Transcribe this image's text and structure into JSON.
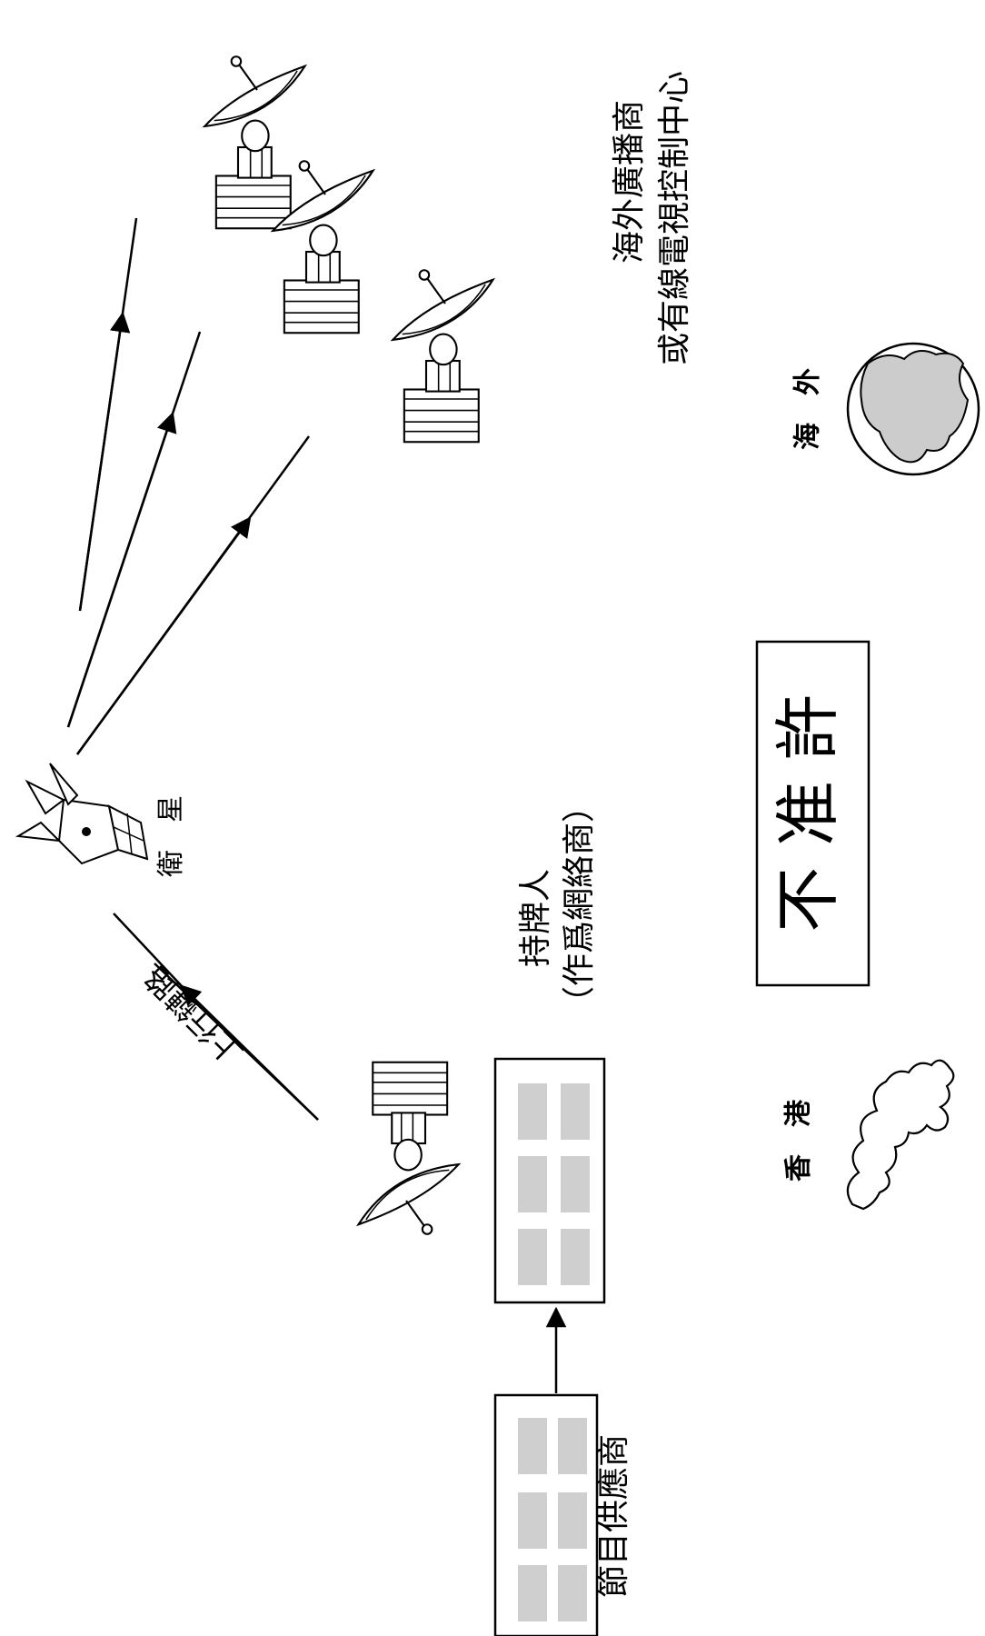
{
  "labels": {
    "program_supplier": "節目供應商",
    "licensee_line1": "持牌人",
    "licensee_line2": "（作爲網絡商）",
    "uplink": "上行鏈路",
    "satellite": "衛　星",
    "overseas_line1": "海外廣播商",
    "overseas_line2": "或有線電視控制中心",
    "not_allowed": "不 准 許",
    "hong_kong": "香　港",
    "overseas": "海　外"
  },
  "colors": {
    "line": "#000000",
    "window_fill": "#cfcfcf",
    "land_fill": "#cccccc"
  },
  "icons": [
    "building-icon",
    "satellite-dish-icon",
    "satellite-icon",
    "hong-kong-map-icon",
    "globe-icon"
  ]
}
